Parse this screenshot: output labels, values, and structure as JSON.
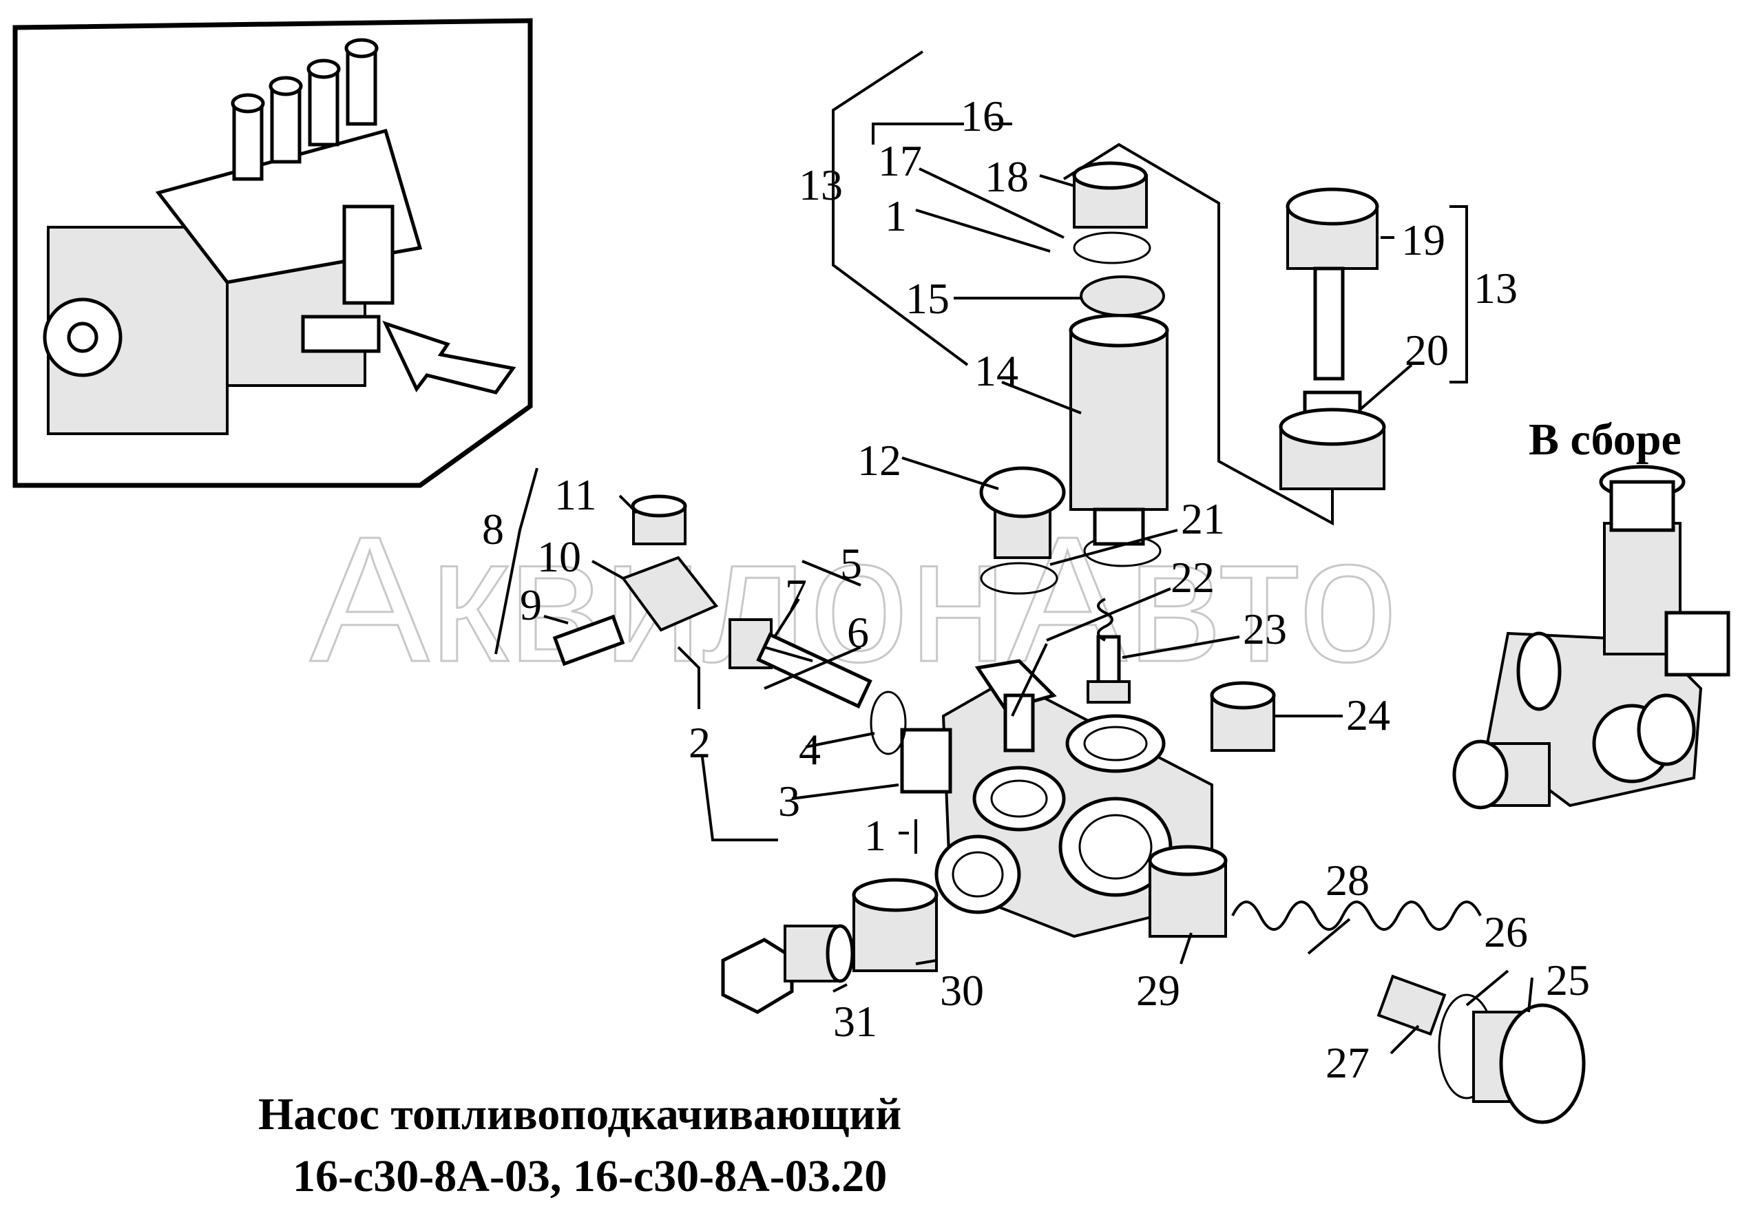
{
  "title": {
    "line1": "Насос топливоподкачивающий",
    "line2": "16-с30-8А-03, 16-с30-8А-03.20"
  },
  "assembled_label": "В сборе",
  "watermark": "АквилонАвто",
  "labels": {
    "l1a": "1",
    "l1b": "1",
    "l2": "2",
    "l3": "3",
    "l4": "4",
    "l5": "5",
    "l6": "6",
    "l7": "7",
    "l8": "8",
    "l9": "9",
    "l10": "10",
    "l11": "11",
    "l12": "12",
    "l13a": "13",
    "l13b": "13",
    "l14": "14",
    "l15": "15",
    "l16": "16",
    "l17": "17",
    "l18": "18",
    "l19": "19",
    "l20": "20",
    "l21": "21",
    "l22": "22",
    "l23": "23",
    "l24": "24",
    "l25": "25",
    "l26": "26",
    "l27": "27",
    "l28": "28",
    "l29": "29",
    "l30": "30",
    "l31": "31"
  }
}
